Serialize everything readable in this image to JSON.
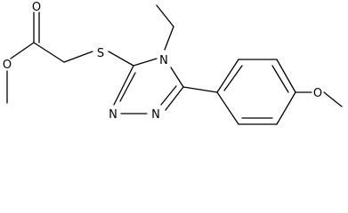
{
  "molecule": {
    "atoms": {
      "carbonyl_oxygen": "O",
      "ester_oxygen": "O",
      "thioether_sulfur": "S",
      "triazole_n4": "N",
      "triazole_n2": "N",
      "triazole_n1": "N",
      "methoxy_oxygen": "O"
    }
  }
}
